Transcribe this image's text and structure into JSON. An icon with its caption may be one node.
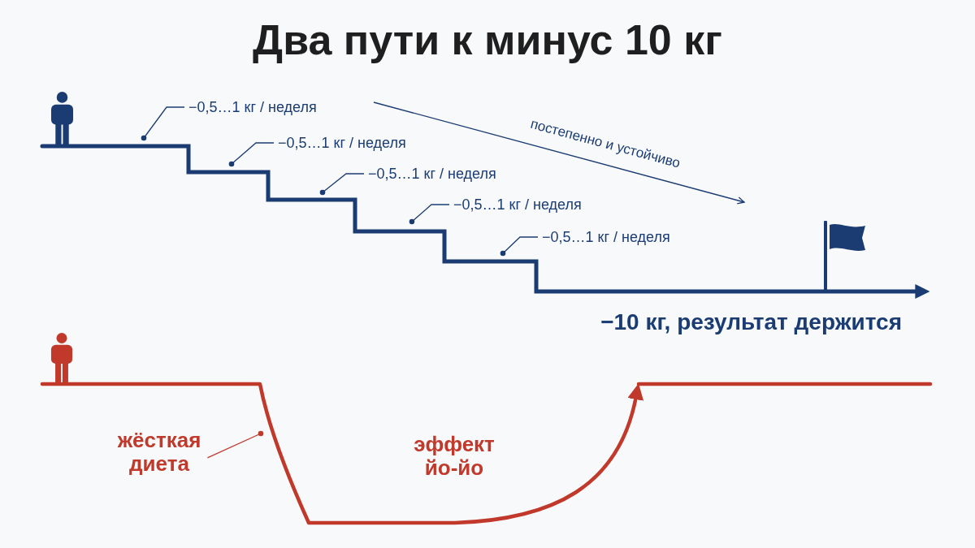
{
  "diagram": {
    "title": "Два пути к минус 10 кг",
    "nodes": [
      {
        "text": [
          "−0,5…1 кг / неделя"
        ]
      },
      {
        "text": [
          "−0,5…1 кг / неделя"
        ]
      },
      {
        "text": [
          "−0,5…1 кг / неделя"
        ]
      },
      {
        "text": [
          "−0,5…1 кг / неделя"
        ]
      },
      {
        "text": [
          "−0,5…1 кг / неделя"
        ]
      },
      {
        "text": [
          "жёсткая диета"
        ]
      }
    ],
    "edges": [
      {
        "from": 0,
        "to": null,
        "arrow": "other"
      },
      {
        "from": 1,
        "to": null,
        "arrow": "other"
      },
      {
        "from": 2,
        "to": null,
        "arrow": "other"
      },
      {
        "from": 3,
        "to": null,
        "arrow": "other"
      },
      {
        "from": 4,
        "to": null,
        "arrow": "other"
      },
      {
        "from": 5,
        "to": null,
        "arrow": "other",
        "color": "#c0392b"
      }
    ],
    "labels": [
      "постепенно и устойчиво",
      "−10 кг, результат держится",
      "эффект йо-йо"
    ]
  }
}
